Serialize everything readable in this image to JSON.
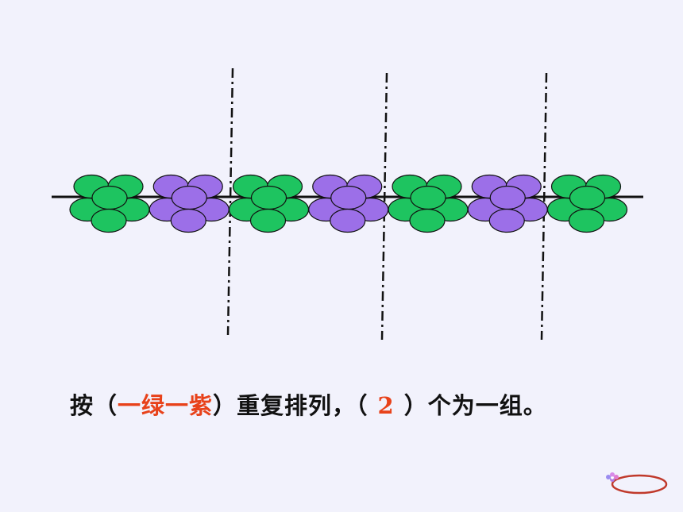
{
  "sentence": {
    "prefix": "按（",
    "pattern_answer": "一绿一紫",
    "middle": "）重复排列，（",
    "count_answer": "2",
    "suffix": "）个为一组。"
  },
  "pattern": [
    "green",
    "purple",
    "green",
    "purple",
    "green",
    "purple",
    "green"
  ],
  "colors": {
    "background": "#f2f2fc",
    "green": "#1ec460",
    "purple": "#9c6fe8",
    "answer": "#e8421a",
    "line": "#111111",
    "nav_ring": "#c0392b"
  },
  "nav": {
    "icon": "flower-icon"
  }
}
